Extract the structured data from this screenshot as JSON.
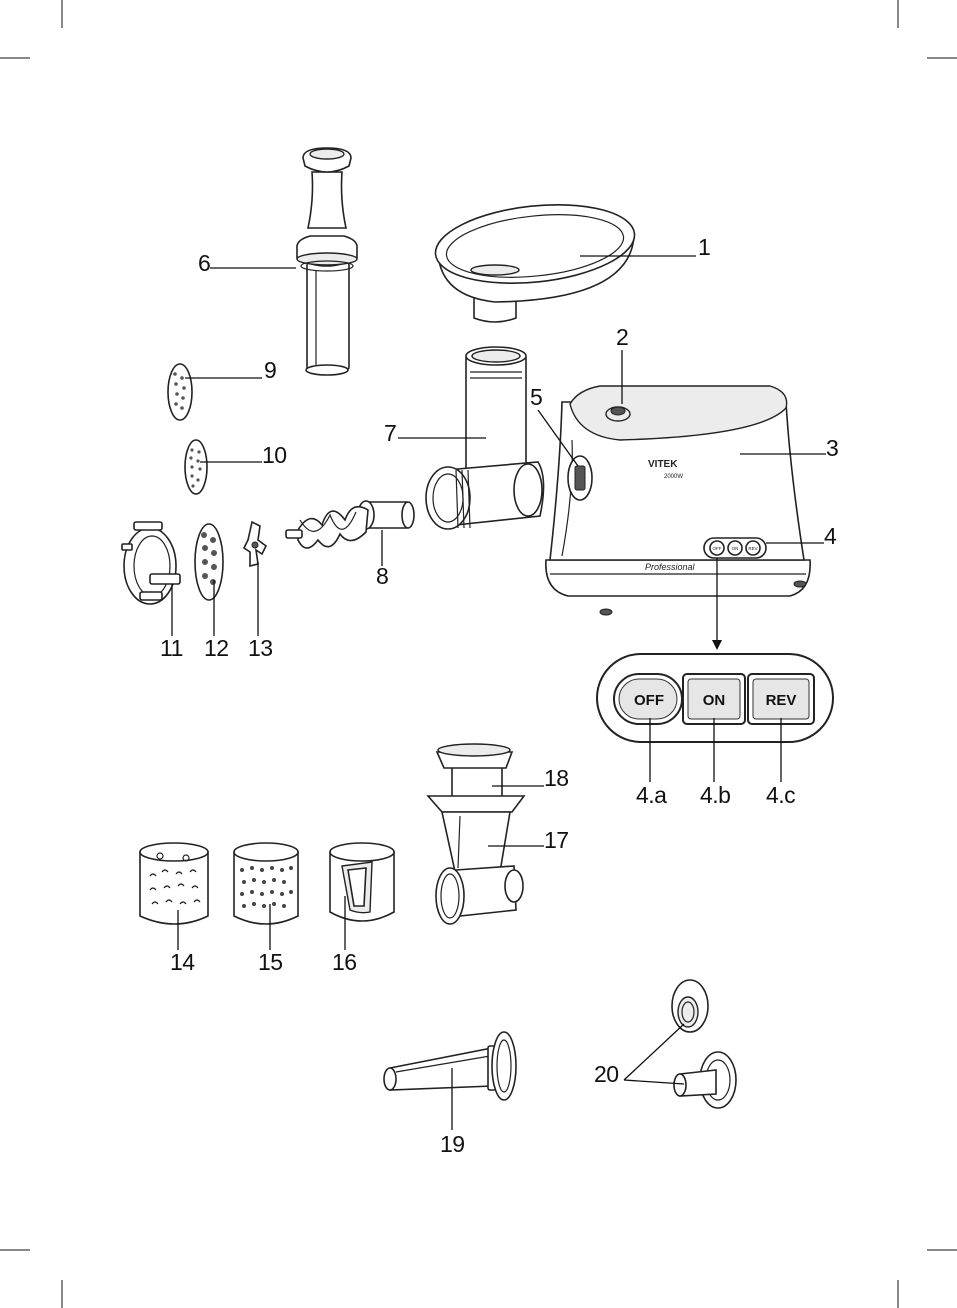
{
  "device": {
    "brand": "VITEK",
    "power": "2000W",
    "series": "Professional"
  },
  "control_panel": {
    "small_buttons": [
      "OFF",
      "ON",
      "REV"
    ],
    "buttons": [
      {
        "label": "OFF",
        "callout": "4.a"
      },
      {
        "label": "ON",
        "callout": "4.b"
      },
      {
        "label": "REV",
        "callout": "4.c"
      }
    ]
  },
  "callouts": {
    "c1": "1",
    "c2": "2",
    "c3": "3",
    "c4": "4",
    "c5": "5",
    "c6": "6",
    "c7": "7",
    "c8": "8",
    "c9": "9",
    "c10": "10",
    "c11": "11",
    "c12": "12",
    "c13": "13",
    "c14": "14",
    "c15": "15",
    "c16": "16",
    "c17": "17",
    "c18": "18",
    "c19": "19",
    "c20": "20"
  }
}
